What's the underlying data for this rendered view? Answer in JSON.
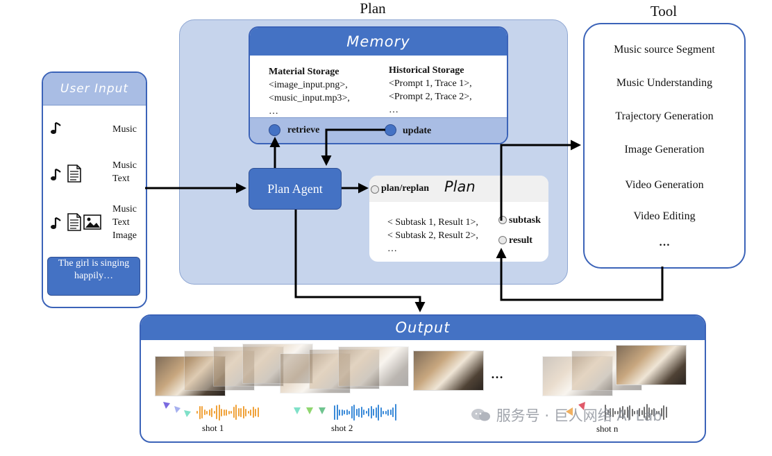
{
  "headings": {
    "plan": "Plan",
    "tool": "Tool"
  },
  "memory": {
    "title": "Memory",
    "material": {
      "title": "Material Storage",
      "lines": [
        "<image_input.png>,",
        "<music_input.mp3>,",
        "…"
      ]
    },
    "historical": {
      "title": "Historical Storage",
      "lines": [
        "<Prompt 1, Trace 1>,",
        "<Prompt 2, Trace 2>,",
        "…"
      ]
    },
    "retrieve_label": "retrieve",
    "update_label": "update"
  },
  "user_input": {
    "title": "User Input",
    "rows": [
      {
        "icons": [
          "music-note-icon"
        ],
        "labels": [
          "Music"
        ]
      },
      {
        "icons": [
          "music-note-icon",
          "document-icon"
        ],
        "labels": [
          "Music",
          "Text"
        ]
      },
      {
        "icons": [
          "music-note-icon",
          "document-icon",
          "image-icon"
        ],
        "labels": [
          "Music",
          "Text",
          "Image"
        ]
      }
    ],
    "text_example": "The girl is singing happily…"
  },
  "plan_agent": {
    "label": "Plan Agent"
  },
  "plan_panel": {
    "title": "Plan",
    "plan_replan_label": "plan/replan",
    "lines": [
      "< Subtask 1, Result 1>,",
      "< Subtask 2, Result 2>,",
      "…"
    ],
    "subtask_label": "subtask",
    "result_label": "result"
  },
  "tool": {
    "items": [
      "Music source Segment",
      "Music Understanding",
      "Trajectory Generation",
      "Image Generation",
      "Video Generation",
      "Video Editing",
      "…"
    ]
  },
  "output": {
    "title": "Output",
    "shots": [
      "shot 1",
      "shot 2",
      "shot n"
    ],
    "ellipsis": "…",
    "wave_colors": [
      "#f0a23a",
      "#3a8ad8",
      "#6f6f6f"
    ]
  },
  "watermark": "服务号 · 巨人网络 AI Lab",
  "colors": {
    "accent": "#4472c4",
    "plan_bg": "#c6d4ec",
    "memory_footer": "#a9bde4"
  }
}
